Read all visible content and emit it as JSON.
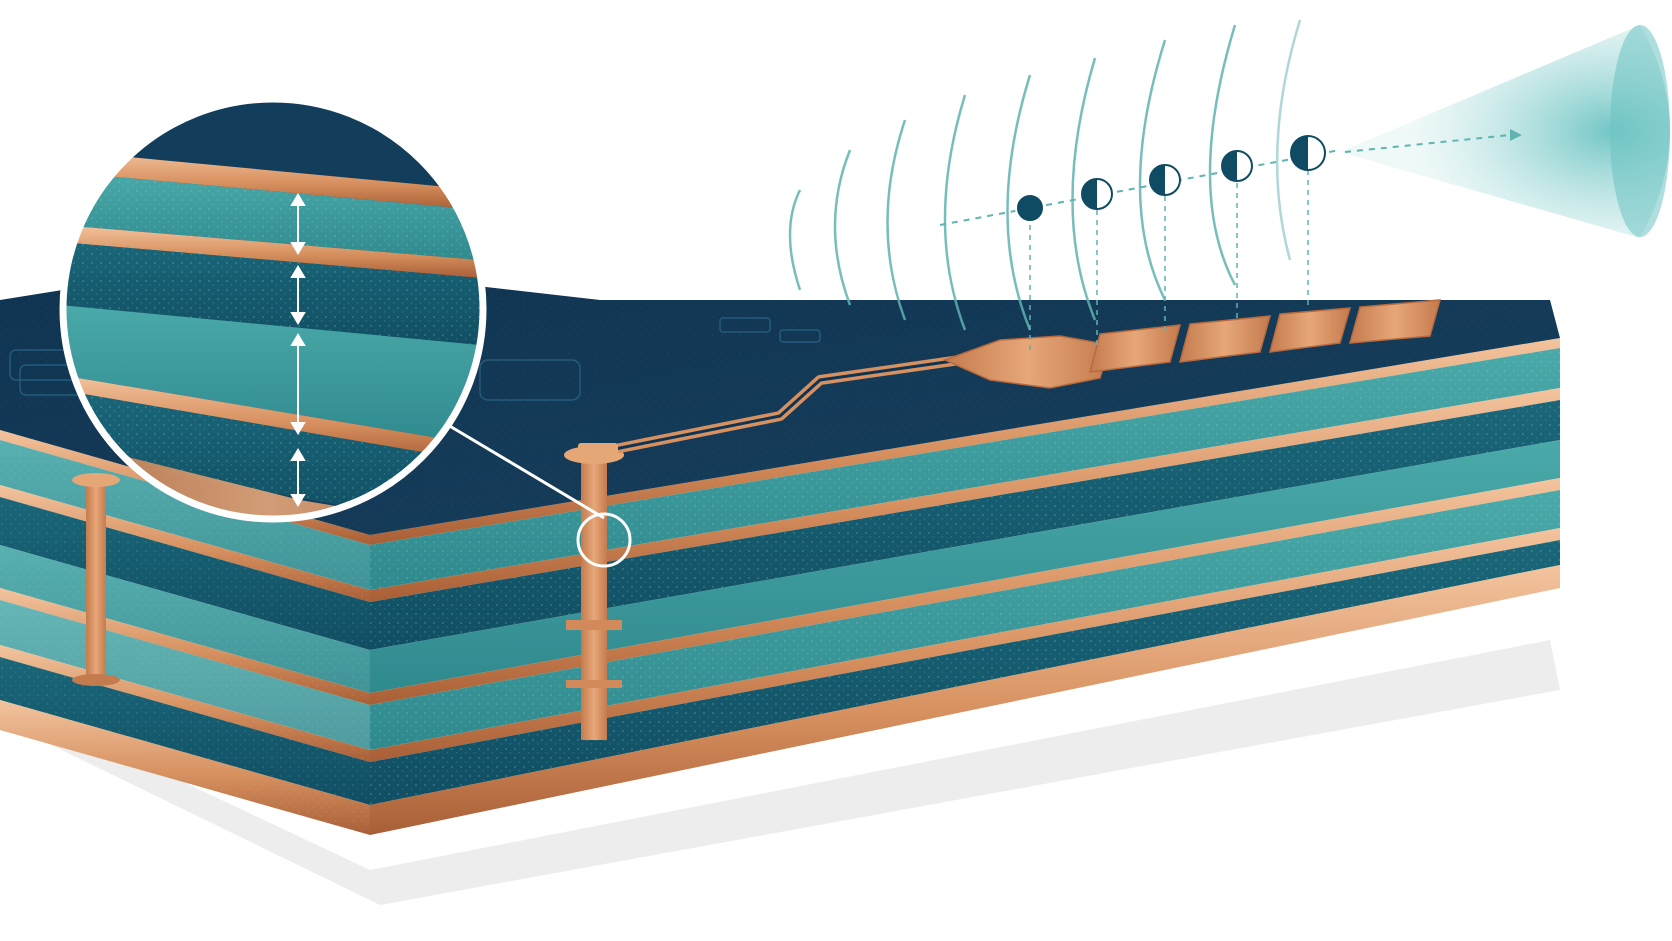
{
  "illustration": {
    "subject": "multilayer-pcb-antenna-stackup",
    "zoom_callout": "dielectric-layer-thickness-detail",
    "phase_markers_count": 5,
    "patch_elements_count": 4,
    "board_layers_count": 4,
    "colors": {
      "background": "#ffffff",
      "board_top": "#133e5b",
      "board_top_dark": "#0d2f47",
      "dielectric_light": "#3f9ea0",
      "dielectric_mid": "#2f878c",
      "dielectric_dark": "#155a6e",
      "copper_light": "#efb88d",
      "copper_mid": "#d28a5b",
      "copper_dark": "#a95f36",
      "wave": "#5fb3b0",
      "beam": "#7cc8c8"
    },
    "icons": [
      "magnifier-callout-icon",
      "radio-wave-icon",
      "beam-cone-icon",
      "phase-marker-icon"
    ]
  }
}
